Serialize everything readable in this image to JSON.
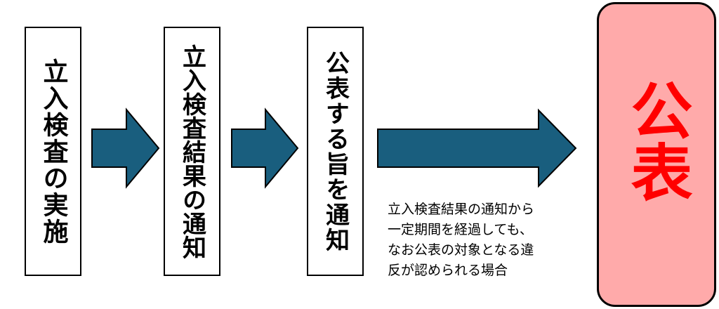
{
  "steps": [
    {
      "label": "立入検査の実施"
    },
    {
      "label": "立入検査結果の通知"
    },
    {
      "label": "公表する旨を通知"
    }
  ],
  "final": {
    "label": "公表"
  },
  "caption": {
    "lines": [
      "立入検査結果の通知から",
      "一定期間を経過しても、",
      "なお公表の対象となる違",
      "反が認められる場合"
    ]
  },
  "colors": {
    "arrow": "#195e7e",
    "final_fill": "#ffaaaa",
    "final_text": "#ff0000"
  }
}
